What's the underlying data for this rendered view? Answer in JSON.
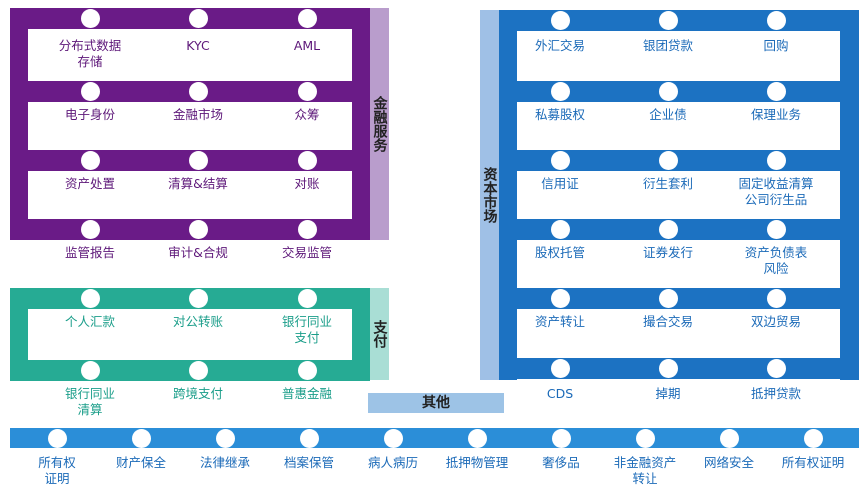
{
  "colors": {
    "purple": "#6a1b87",
    "purple_label": "#b99dcc",
    "teal": "#26ab94",
    "teal_label": "#a9ded5",
    "blue": "#1c72c2",
    "blue_label": "#9fc0e6",
    "bottom_bar": "#2b8ed8",
    "other_label": "#9dc3e6"
  },
  "groups": {
    "finance": {
      "label": "金融服务",
      "items": [
        "分布式数据\n存储",
        "KYC",
        "AML",
        "电子身份",
        "金融市场",
        "众筹",
        "资产处置",
        "清算&结算",
        "对账",
        "监管报告",
        "审计&合规",
        "交易监管"
      ]
    },
    "payment": {
      "label": "支付",
      "items": [
        "个人汇款",
        "对公转账",
        "银行同业\n支付",
        "银行同业\n清算",
        "跨境支付",
        "普惠金融"
      ]
    },
    "capital": {
      "label": "资本市场",
      "items": [
        "外汇交易",
        "银团贷款",
        "回购",
        "私募股权",
        "企业债",
        "保理业务",
        "信用证",
        "衍生套利",
        "固定收益清算\n公司衍生品",
        "股权托管",
        "证券发行",
        "资产负债表\n风险",
        "资产转让",
        "撮合交易",
        "双边贸易",
        "CDS",
        "掉期",
        "抵押贷款"
      ]
    },
    "other": {
      "label": "其他",
      "items": [
        "所有权\n证明",
        "财产保全",
        "法律继承",
        "档案保管",
        "病人病历",
        "抵押物管理",
        "奢侈品",
        "非金融资产\n转让",
        "网络安全",
        "所有权证明"
      ]
    }
  }
}
